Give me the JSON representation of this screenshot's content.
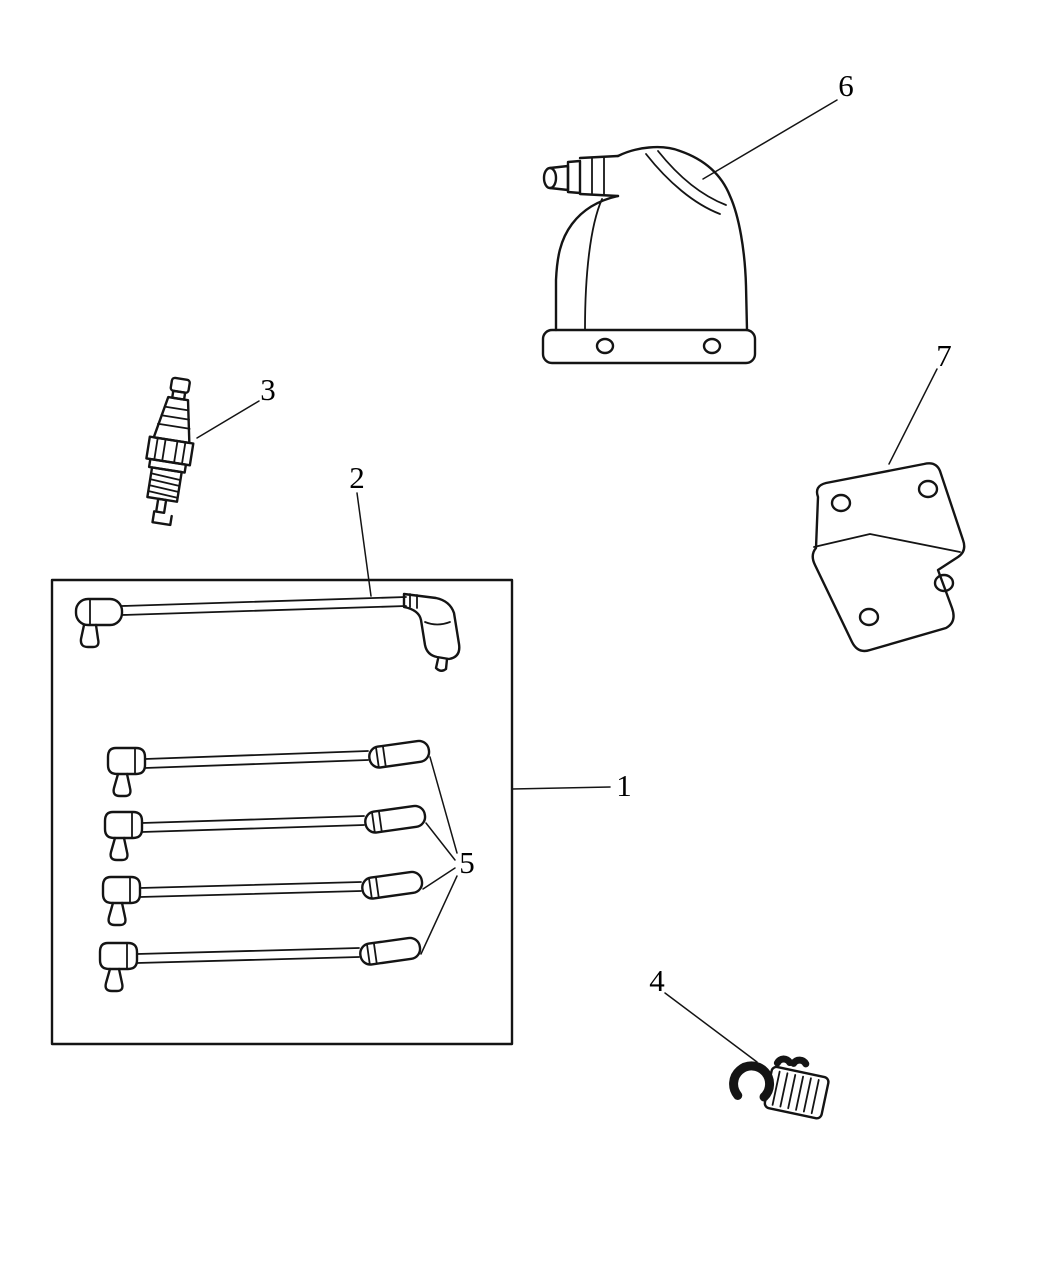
{
  "page": {
    "background": "#ffffff",
    "line_color": "#141414"
  },
  "diagram": {
    "callouts": {
      "item1": "1",
      "item2": "2",
      "item3": "3",
      "item4": "4",
      "item5": "5",
      "item6": "6",
      "item7": "7"
    }
  }
}
